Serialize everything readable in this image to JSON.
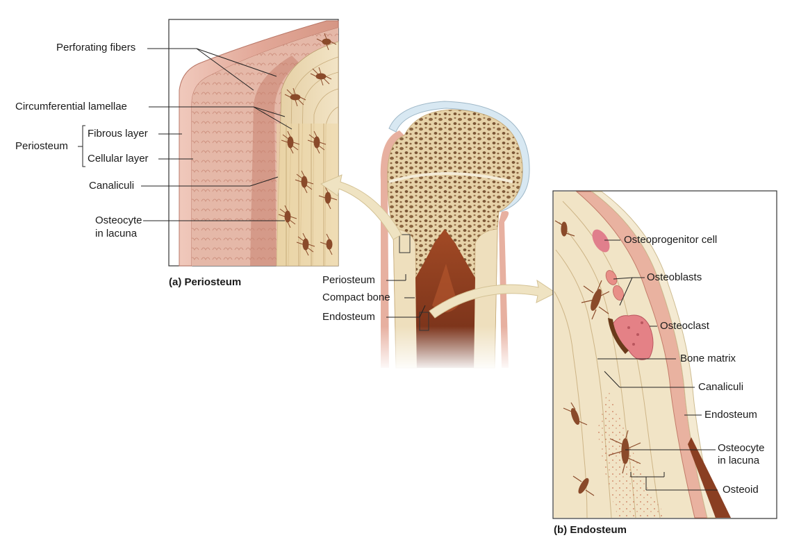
{
  "panel_a": {
    "caption": "(a) Periosteum",
    "labels": {
      "perforating_fibers": "Perforating fibers",
      "circumferential_lamellae": "Circumferential lamellae",
      "periosteum": "Periosteum",
      "fibrous_layer": "Fibrous layer",
      "cellular_layer": "Cellular layer",
      "canaliculi": "Canaliculi",
      "osteocyte_line1": "Osteocyte",
      "osteocyte_line2": "in lacuna"
    }
  },
  "center": {
    "labels": {
      "periosteum": "Periosteum",
      "compact_bone": "Compact bone",
      "endosteum": "Endosteum"
    }
  },
  "panel_b": {
    "caption": "(b) Endosteum",
    "labels": {
      "osteoprogenitor_cell": "Osteoprogenitor cell",
      "osteoblasts": "Osteoblasts",
      "osteoclast": "Osteoclast",
      "bone_matrix": "Bone matrix",
      "canaliculi": "Canaliculi",
      "endosteum": "Endosteum",
      "osteocyte_line1": "Osteocyte",
      "osteocyte_line2": "in lacuna",
      "osteoid": "Osteoid"
    }
  },
  "colors": {
    "bone": "#ecdcb8",
    "bone_dark": "#d9c295",
    "periosteum_pink": "#e8b6a8",
    "osteocyte": "#8a4a2a",
    "marrow": "#8e3f22",
    "cartilage": "#cfe2ef",
    "arrow": "#efe3c2"
  }
}
